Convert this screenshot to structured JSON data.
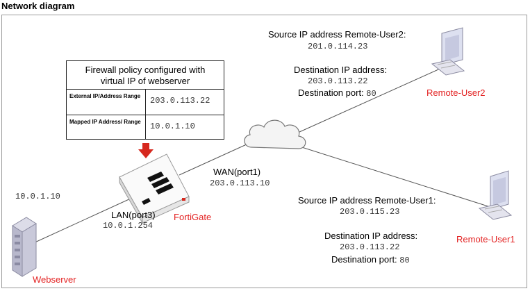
{
  "title": "Network diagram",
  "policy": {
    "heading_line1": "Firewall policy configured with",
    "heading_line2": "virtual IP of webserver",
    "rows": [
      {
        "label": "External IP/Address Range",
        "value": "203.0.113.22"
      },
      {
        "label": "Mapped IP Address/ Range",
        "value": "10.0.1.10"
      }
    ]
  },
  "remote_user2": {
    "source_label": "Source IP address Remote-User2:",
    "source_ip": "201.0.114.23",
    "dest_label": "Destination IP address:",
    "dest_ip": "203.0.113.22",
    "port_label": "Destination port:",
    "port_value": "80",
    "name": "Remote-User2"
  },
  "remote_user1": {
    "source_label": "Source IP address Remote-User1:",
    "source_ip": "203.0.115.23",
    "dest_label": "Destination IP address:",
    "dest_ip": "203.0.113.22",
    "port_label": "Destination port:",
    "port_value": "80",
    "name": "Remote-User1"
  },
  "fortigate": {
    "name": "FortiGate",
    "wan_label": "WAN(port1)",
    "wan_ip": "203.0.113.10",
    "lan_label": "LAN(port3)",
    "lan_ip": "10.0.1.254"
  },
  "webserver": {
    "name": "Webserver",
    "ip": "10.0.1.10"
  },
  "colors": {
    "device_label": "#e32222",
    "arrow": "#d6281e",
    "line": "#555555"
  }
}
